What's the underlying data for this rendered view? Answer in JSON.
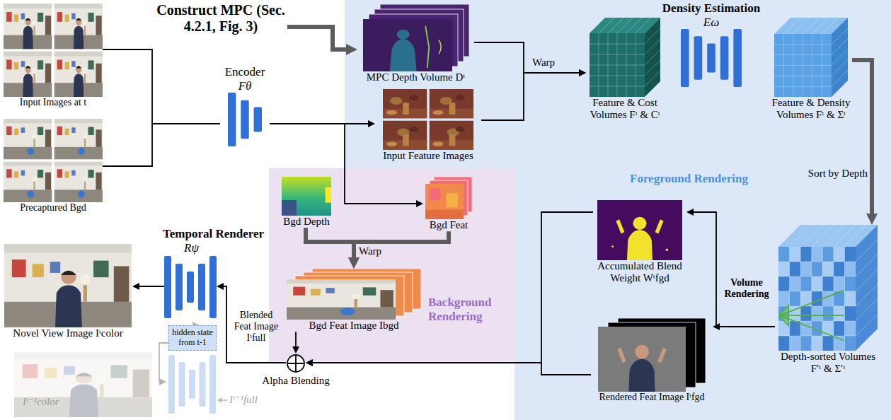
{
  "diagram": {
    "nodes": [
      {
        "text": [
          "Input Images at t"
        ]
      },
      {
        "text": [
          "Precaptured Bgd"
        ]
      },
      {
        "text": [
          "Encoder",
          "Fθ"
        ]
      },
      {
        "text": [
          "Construct MPC (Sec. 4.2.1, Fig. 3)"
        ]
      },
      {
        "text": [
          "Foreground Rendering"
        ]
      },
      {
        "text": [
          "MPC Depth Volume Dᵗ"
        ],
        "in": 4
      },
      {
        "text": [
          "Input Feature Images"
        ],
        "in": 4
      },
      {
        "text": [
          "Density Estimation",
          "Eω"
        ],
        "in": 4
      },
      {
        "text": [
          "Feature & Cost Volumes Fᵗ & Cᵗ"
        ],
        "in": 4
      },
      {
        "text": [
          "Feature & Density Volumes Fᵗ & Σᵗ"
        ],
        "in": 4
      },
      {
        "text": [
          "Accumulated Blend Weight Wᵗfgd"
        ],
        "in": 4
      },
      {
        "text": [
          "Depth-sorted Volumes F′ᵗ & Σ′ᵗ"
        ],
        "in": 4
      },
      {
        "text": [
          "Rendered Feat Image Iᵗfgd"
        ],
        "in": 4
      },
      {
        "text": [
          "Background Rendering"
        ]
      },
      {
        "text": [
          "Bgd Depth"
        ],
        "in": 13
      },
      {
        "text": [
          "Bgd Feat"
        ],
        "in": 13
      },
      {
        "text": [
          "Bgd Feat Image Ibgd"
        ],
        "in": 13
      },
      {
        "text": [
          "Alpha Blending"
        ]
      },
      {
        "text": [
          "Temporal Renderer",
          "Rψ"
        ]
      },
      {
        "text": [
          "Novel View Image Iᵗcolor"
        ]
      },
      {
        "text": [
          "hidden state from t-1"
        ]
      },
      {
        "text": [
          "Iᵗ⁻¹color"
        ]
      }
    ],
    "edges": [
      {
        "from": 0,
        "to": 2,
        "arrow": "none"
      },
      {
        "from": 1,
        "to": 2,
        "arrow": "none"
      },
      {
        "from": 2,
        "to": 6,
        "arrow": "to"
      },
      {
        "from": 2,
        "to": 15,
        "arrow": "to"
      },
      {
        "from": 3,
        "to": 5,
        "arrow": "to"
      },
      {
        "from": 5,
        "to": 8,
        "arrow": "to",
        "label": "Warp"
      },
      {
        "from": 6,
        "to": 8,
        "arrow": "to"
      },
      {
        "from": 9,
        "to": 11,
        "arrow": "to",
        "label": "Sort by Depth"
      },
      {
        "from": 11,
        "to": 10,
        "arrow": "to"
      },
      {
        "from": 11,
        "to": 12,
        "arrow": "to"
      },
      {
        "from": 10,
        "to": 17,
        "arrow": "to"
      },
      {
        "from": 12,
        "to": 17,
        "arrow": "to"
      },
      {
        "from": 14,
        "to": 16,
        "arrow": "to",
        "label": "Warp"
      },
      {
        "from": 15,
        "to": 16,
        "arrow": "to"
      },
      {
        "from": 16,
        "to": 17,
        "arrow": "to"
      },
      {
        "from": 17,
        "to": 18,
        "arrow": "to",
        "label": "Blended Feat Image Iᵗfull"
      },
      {
        "from": 18,
        "to": 19,
        "arrow": "to"
      },
      {
        "from": 20,
        "to": 18,
        "arrow": "to"
      },
      {
        "from": 20,
        "to": 21,
        "arrow": "to"
      }
    ],
    "labels": [
      "Volume Rendering",
      "Iᵗ⁻¹full"
    ]
  }
}
